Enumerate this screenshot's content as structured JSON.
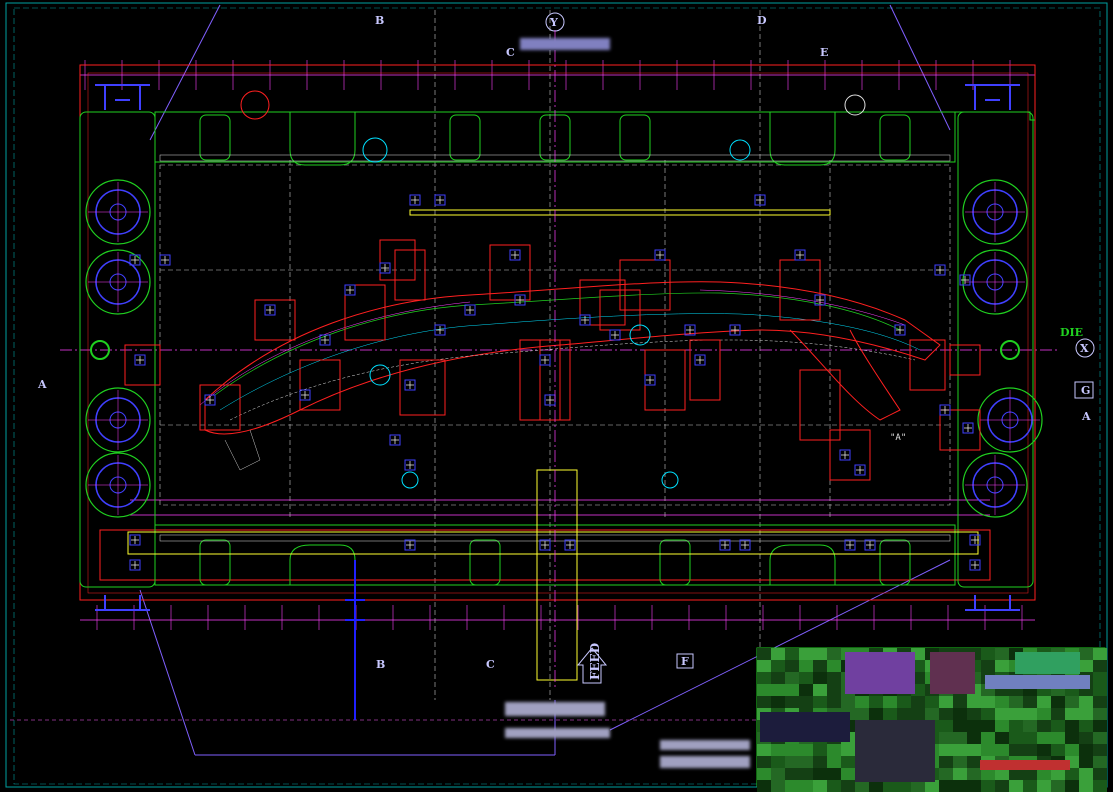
{
  "labels": {
    "section_markers": [
      "B",
      "C",
      "D",
      "E",
      "F",
      "G",
      "A"
    ],
    "die_centerline": "DIE",
    "axis_y": "Y",
    "axis_x": "X",
    "feed": "FEED",
    "detail_a": "\"A\""
  },
  "colors": {
    "background": "#000000",
    "frame": "#00a0a0",
    "die_outline": "#ff2020",
    "inner_green": "#20d020",
    "dims_magenta": "#ff40ff",
    "guides_blue": "#4040ff",
    "yellow": "#ffff30",
    "white": "#e0e0e0",
    "cyan": "#00e0ff",
    "dashed_white": "#c8c8c8"
  }
}
